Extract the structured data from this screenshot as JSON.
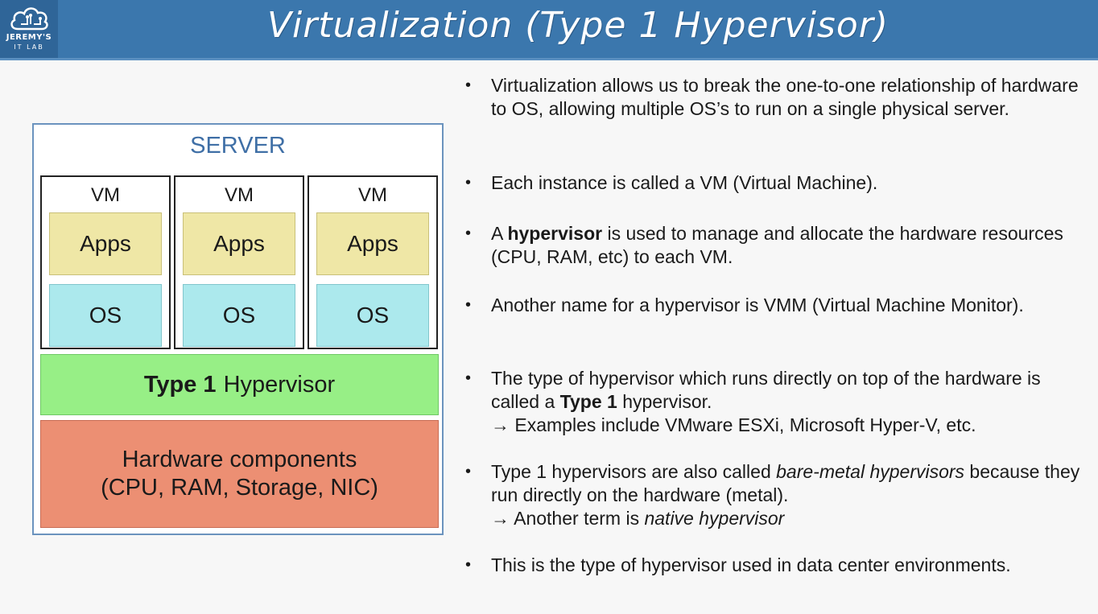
{
  "header": {
    "title": "Virtualization (Type 1 Hypervisor)",
    "logo_line1": "JEREMY'S",
    "logo_line2": "IT LAB",
    "color": "#3b77ad"
  },
  "diagram": {
    "server_label": "SERVER",
    "vms": [
      {
        "label": "VM",
        "apps": "Apps",
        "os": "OS"
      },
      {
        "label": "VM",
        "apps": "Apps",
        "os": "OS"
      },
      {
        "label": "VM",
        "apps": "Apps",
        "os": "OS"
      }
    ],
    "hypervisor_bold": "Type 1",
    "hypervisor_rest": "Hypervisor",
    "hardware_line1": "Hardware components",
    "hardware_line2": "(CPU, RAM, Storage, NIC)",
    "colors": {
      "apps": "#efe7a6",
      "os": "#ace9ed",
      "hypervisor": "#97ef86",
      "hardware": "#ec8f73"
    }
  },
  "bullets": {
    "b1": "Virtualization allows us to break the one-to-one relationship of hardware to OS, allowing multiple OS’s to run on a single physical server.",
    "b2": "Each instance is called a VM (Virtual Machine).",
    "b3_pre": "A ",
    "b3_bold": "hypervisor",
    "b3_post": " is used to manage and allocate the hardware resources (CPU, RAM, etc) to each VM.",
    "b4": "Another name for a hypervisor is VMM (Virtual Machine Monitor).",
    "b5_pre": "The type of hypervisor which runs directly on top of the hardware is called a ",
    "b5_bold": "Type 1",
    "b5_post": " hypervisor.",
    "b5_sub": "→ Examples include VMware ESXi, Microsoft Hyper-V, etc.",
    "b6_pre": "Type 1 hypervisors are also called ",
    "b6_italic": "bare-metal hypervisors",
    "b6_post": " because they run directly on the hardware (metal).",
    "b6_sub_pre": "→ Another term is ",
    "b6_sub_italic": "native hypervisor",
    "b7": "This is the type of hypervisor used in data center environments."
  }
}
